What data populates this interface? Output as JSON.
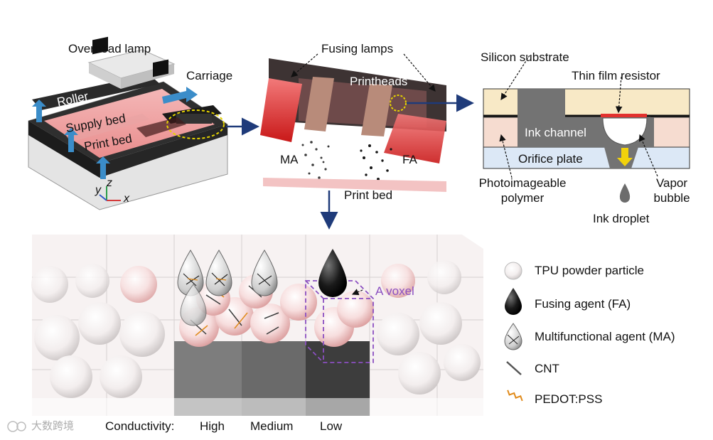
{
  "colors": {
    "accent_red": "#e2312e",
    "arrow_navy": "#1f3b7a",
    "voxel_purple": "#8b4fc1",
    "orifice_blue": "#dce8f6",
    "substrate_tan": "#f8e9c6",
    "polymer_pink": "#f6dcd0",
    "drop_yellow": "#f2d20b"
  },
  "printer": {
    "overhead_lamp": "Overhead lamp",
    "carriage": "Carriage",
    "roller": "Roller",
    "supply_bed": "Supply bed",
    "print_bed": "Print bed",
    "axis_y": "y",
    "axis_z": "z",
    "axis_x": "x"
  },
  "printhead_view": {
    "fusing_lamps": "Fusing lamps",
    "printheads": "Printheads",
    "ma": "MA",
    "fa": "FA",
    "print_bed": "Print bed"
  },
  "inkjet": {
    "silicon_substrate": "Silicon substrate",
    "thin_film_resistor": "Thin film resistor",
    "ink_channel": "Ink channel",
    "orifice_plate": "Orifice plate",
    "photoimageable_polymer_1": "Photoimageable",
    "photoimageable_polymer_2": "polymer",
    "vapor_bubble_1": "Vapor",
    "vapor_bubble_2": "bubble",
    "ink_droplet": "Ink droplet"
  },
  "powder_bed": {
    "voxel_label": "A voxel",
    "conductivity_label": "Conductivity:",
    "high": "High",
    "medium": "Medium",
    "low": "Low"
  },
  "legend": [
    {
      "icon": "tpu-particle-icon",
      "label": "TPU powder particle"
    },
    {
      "icon": "fusing-agent-icon",
      "label": "Fusing agent (FA)"
    },
    {
      "icon": "multifunctional-agent-icon",
      "label": "Multifunctional agent (MA)"
    },
    {
      "icon": "cnt-icon",
      "label": "CNT"
    },
    {
      "icon": "pedot-pss-icon",
      "label": "PEDOT:PSS"
    }
  ],
  "watermark": "大数跨境"
}
